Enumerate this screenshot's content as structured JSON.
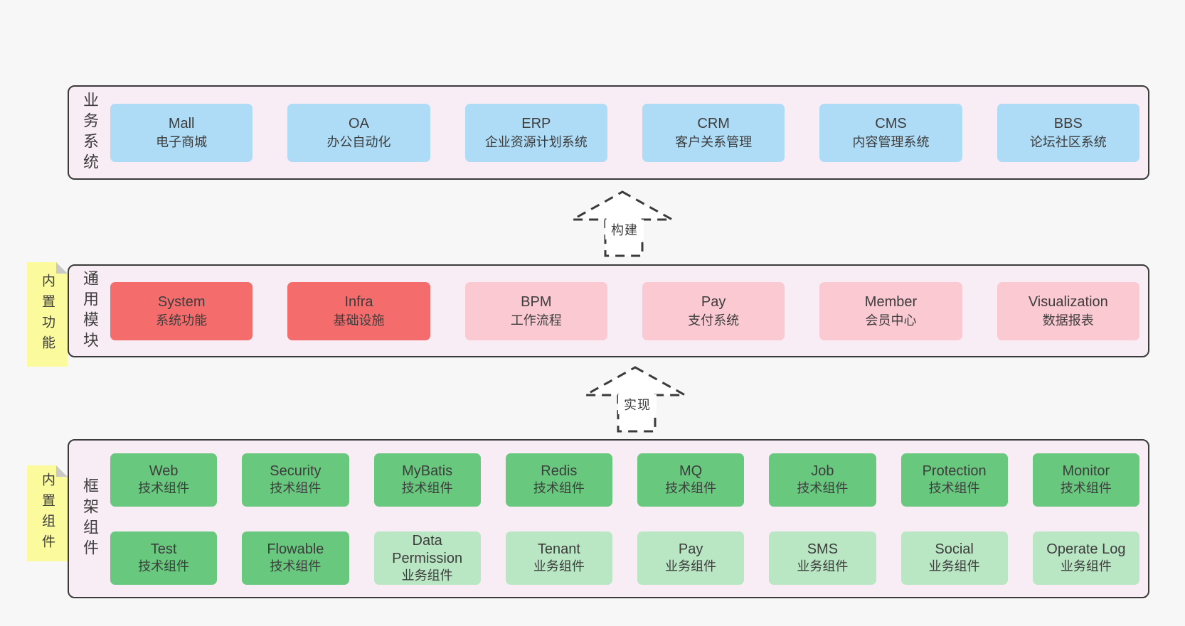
{
  "diagram": {
    "colors": {
      "page_bg": "#f7f7f7",
      "panel_bg": "#f8ecf5",
      "panel_border": "#3b3b3b",
      "blue": "#aedcf7",
      "red": "#f56c6c",
      "pink": "#fbc9d1",
      "green": "#68c87e",
      "green_light": "#b9e6c3",
      "sticky_yellow": "#fbfb9d",
      "sticky_fold": "#c9c9c9",
      "text": "#3d3d3d"
    },
    "layers": [
      {
        "id": "business-systems",
        "label": "业务系统",
        "rows": [
          [
            {
              "name": "Mall",
              "subtitle": "电子商城",
              "variant": "blue"
            },
            {
              "name": "OA",
              "subtitle": "办公自动化",
              "variant": "blue"
            },
            {
              "name": "ERP",
              "subtitle": "企业资源计划系统",
              "variant": "blue"
            },
            {
              "name": "CRM",
              "subtitle": "客户关系管理",
              "variant": "blue"
            },
            {
              "name": "CMS",
              "subtitle": "内容管理系统",
              "variant": "blue"
            },
            {
              "name": "BBS",
              "subtitle": "论坛社区系统",
              "variant": "blue"
            }
          ]
        ]
      },
      {
        "id": "common-modules",
        "label": "通用模块",
        "sticky": "内置功能",
        "rows": [
          [
            {
              "name": "System",
              "subtitle": "系统功能",
              "variant": "red"
            },
            {
              "name": "Infra",
              "subtitle": "基础设施",
              "variant": "red"
            },
            {
              "name": "BPM",
              "subtitle": "工作流程",
              "variant": "pink"
            },
            {
              "name": "Pay",
              "subtitle": "支付系统",
              "variant": "pink"
            },
            {
              "name": "Member",
              "subtitle": "会员中心",
              "variant": "pink"
            },
            {
              "name": "Visualization",
              "subtitle": "数据报表",
              "variant": "pink"
            }
          ]
        ]
      },
      {
        "id": "framework-components",
        "label": "框架组件",
        "sticky": "内置组件",
        "rows": [
          [
            {
              "name": "Web",
              "subtitle": "技术组件",
              "variant": "green"
            },
            {
              "name": "Security",
              "subtitle": "技术组件",
              "variant": "green"
            },
            {
              "name": "MyBatis",
              "subtitle": "技术组件",
              "variant": "green"
            },
            {
              "name": "Redis",
              "subtitle": "技术组件",
              "variant": "green"
            },
            {
              "name": "MQ",
              "subtitle": "技术组件",
              "variant": "green"
            },
            {
              "name": "Job",
              "subtitle": "技术组件",
              "variant": "green"
            },
            {
              "name": "Protection",
              "subtitle": "技术组件",
              "variant": "green"
            },
            {
              "name": "Monitor",
              "subtitle": "技术组件",
              "variant": "green"
            }
          ],
          [
            {
              "name": "Test",
              "subtitle": "技术组件",
              "variant": "green"
            },
            {
              "name": "Flowable",
              "subtitle": "技术组件",
              "variant": "green"
            },
            {
              "name": "Data Permission",
              "subtitle": "业务组件",
              "variant": "green_light"
            },
            {
              "name": "Tenant",
              "subtitle": "业务组件",
              "variant": "green_light"
            },
            {
              "name": "Pay",
              "subtitle": "业务组件",
              "variant": "green_light"
            },
            {
              "name": "SMS",
              "subtitle": "业务组件",
              "variant": "green_light"
            },
            {
              "name": "Social",
              "subtitle": "业务组件",
              "variant": "green_light"
            },
            {
              "name": "Operate Log",
              "subtitle": "业务组件",
              "variant": "green_light"
            }
          ]
        ]
      }
    ],
    "arrows": [
      {
        "label": "构建"
      },
      {
        "label": "实现"
      }
    ]
  }
}
